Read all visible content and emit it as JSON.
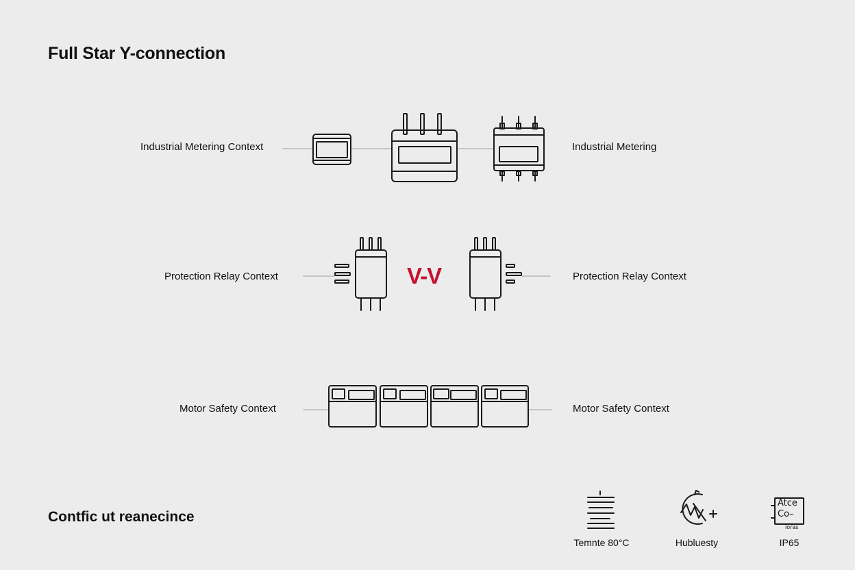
{
  "title": "Full Star Y-connection",
  "rows": {
    "metering": {
      "left_label": "Industrial Metering Context",
      "right_label": "Industrial Metering"
    },
    "relay": {
      "left_label": "Protection Relay Context",
      "center_label": "V-V",
      "right_label": "Protection Relay Context"
    },
    "motor": {
      "left_label": "Motor Safety Context",
      "right_label": "Motor Safety Context"
    }
  },
  "footer": {
    "title": "Contfic ut reanecince",
    "specs": [
      {
        "icon": "thermometer-icon",
        "label": "Temnte 80°C"
      },
      {
        "icon": "humidity-gauge-icon",
        "label": "Hubluesty"
      },
      {
        "icon": "ip-rating-icon",
        "label": "IP65",
        "icon_text_1": "Atce",
        "icon_text_2": "Co–",
        "icon_text_3": "ioras"
      }
    ]
  },
  "colors": {
    "background": "#ececec",
    "stroke": "#1a1a1a",
    "connector": "#b8b8b8",
    "accent": "#c41230"
  }
}
